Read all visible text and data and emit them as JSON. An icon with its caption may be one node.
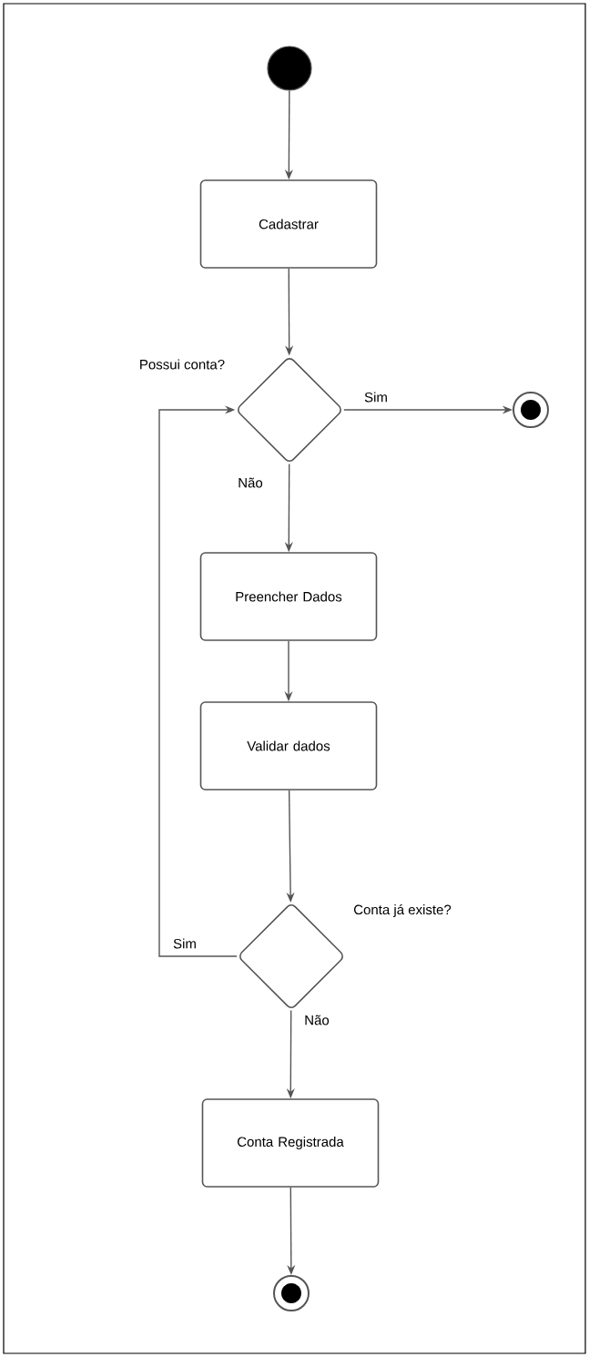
{
  "diagram": {
    "nodes": [
      {
        "text": [],
        "shape": "circle"
      },
      {
        "text": [
          "Cadastrar"
        ]
      },
      {
        "text": [],
        "shape": "diamond",
        "beside": [
          "Possui conta?"
        ]
      },
      {
        "text": [],
        "shape": "bullseye"
      },
      {
        "text": [
          "Preencher Dados"
        ]
      },
      {
        "text": [
          "Validar dados"
        ]
      },
      {
        "text": [],
        "shape": "diamond",
        "beside": [
          "Conta já existe?"
        ]
      },
      {
        "text": [
          "Conta Registrada"
        ]
      },
      {
        "text": [],
        "shape": "bullseye"
      }
    ],
    "edges": [
      {
        "from": 0,
        "to": 1,
        "arrow": "to"
      },
      {
        "from": 1,
        "to": 2,
        "arrow": "to"
      },
      {
        "from": 2,
        "to": 3,
        "arrow": "to",
        "label": "Sim"
      },
      {
        "from": 2,
        "to": 4,
        "arrow": "to",
        "label": "Não"
      },
      {
        "from": 4,
        "to": 5,
        "arrow": "to"
      },
      {
        "from": 5,
        "to": 6,
        "arrow": "to"
      },
      {
        "from": 6,
        "to": 2,
        "arrow": "to",
        "label": "Sim"
      },
      {
        "from": 6,
        "to": 7,
        "arrow": "to",
        "label": "Não"
      },
      {
        "from": 7,
        "to": 8,
        "arrow": "to"
      }
    ]
  }
}
